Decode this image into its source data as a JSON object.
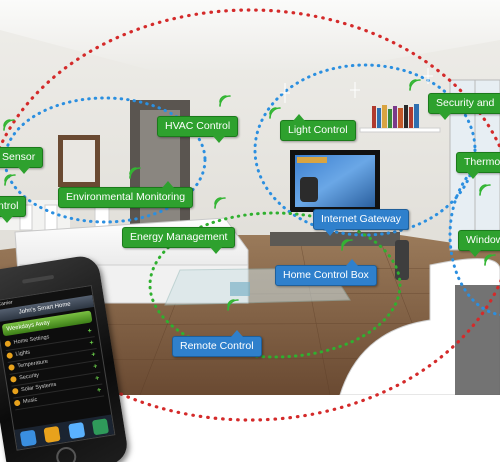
{
  "colors": {
    "green_label": "#2ea12e",
    "blue_label": "#2f80cc",
    "red_ring": "#d42a2a",
    "blue_ring": "#2b8fe0",
    "green_ring": "#2fb02f",
    "wifi": "#33b533"
  },
  "labels": {
    "sensor": "Sensor",
    "hvac": "HVAC Control",
    "light": "Light Control",
    "security": "Security and",
    "thermo": "Thermo",
    "control": "ntrol",
    "environmental": "Environmental Monitoring",
    "energy": "Energy Management",
    "internet": "Internet Gateway",
    "home_box": "Home Control Box",
    "window": "Window",
    "remote": "Remote Control"
  },
  "phone": {
    "status": "Carrier",
    "title": "John's Smart Home",
    "banner": "Weekdays Away",
    "rows": [
      "Home Settings",
      "Lights",
      "Temperature",
      "Security",
      "Solar Systems",
      "Music"
    ]
  }
}
